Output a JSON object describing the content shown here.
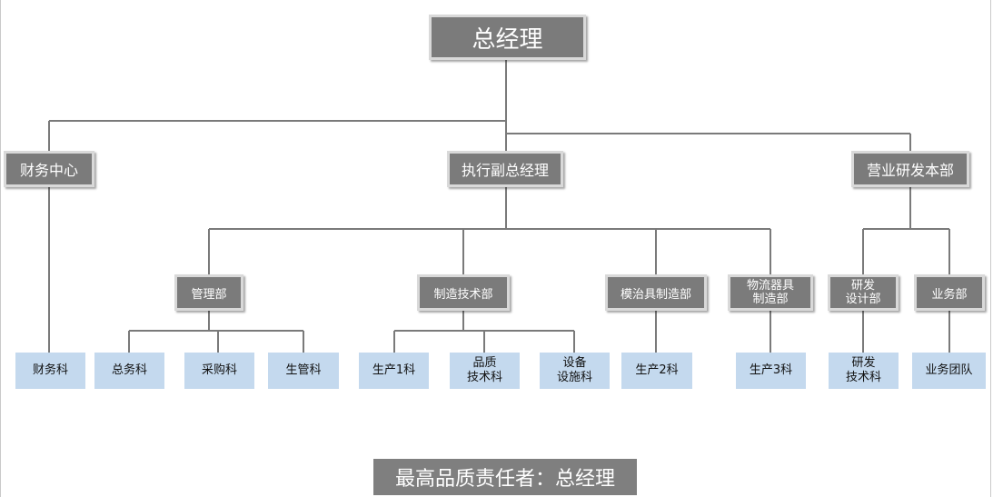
{
  "top": "总经理",
  "level2": {
    "finance_center": "财务中心",
    "exec_vp": "执行副总经理",
    "sales_rd": "营业研发本部"
  },
  "departments": {
    "management": "管理部",
    "mfg_tech": "制造技术部",
    "mold": "模治具制造部",
    "logistics": "物流器具\n制造部",
    "rd_design": "研发\n设计部",
    "business": "业务部"
  },
  "sections": {
    "finance": "财务科",
    "general": "总务科",
    "purchasing": "采购科",
    "production_mgmt": "生管科",
    "production1": "生产1科",
    "quality_tech": "品质\n技术科",
    "equipment": "设备\n设施科",
    "production2": "生产2科",
    "production3": "生产3科",
    "rd_tech": "研发\n技术科",
    "business_team": "业务团队"
  },
  "footer": "最高品质责任者：总经理",
  "colors": {
    "node_gray": "#7b7b7b",
    "node_border": "#d9d9d9",
    "leaf_blue": "#c4d9ee",
    "line": "#7a7a7a"
  }
}
